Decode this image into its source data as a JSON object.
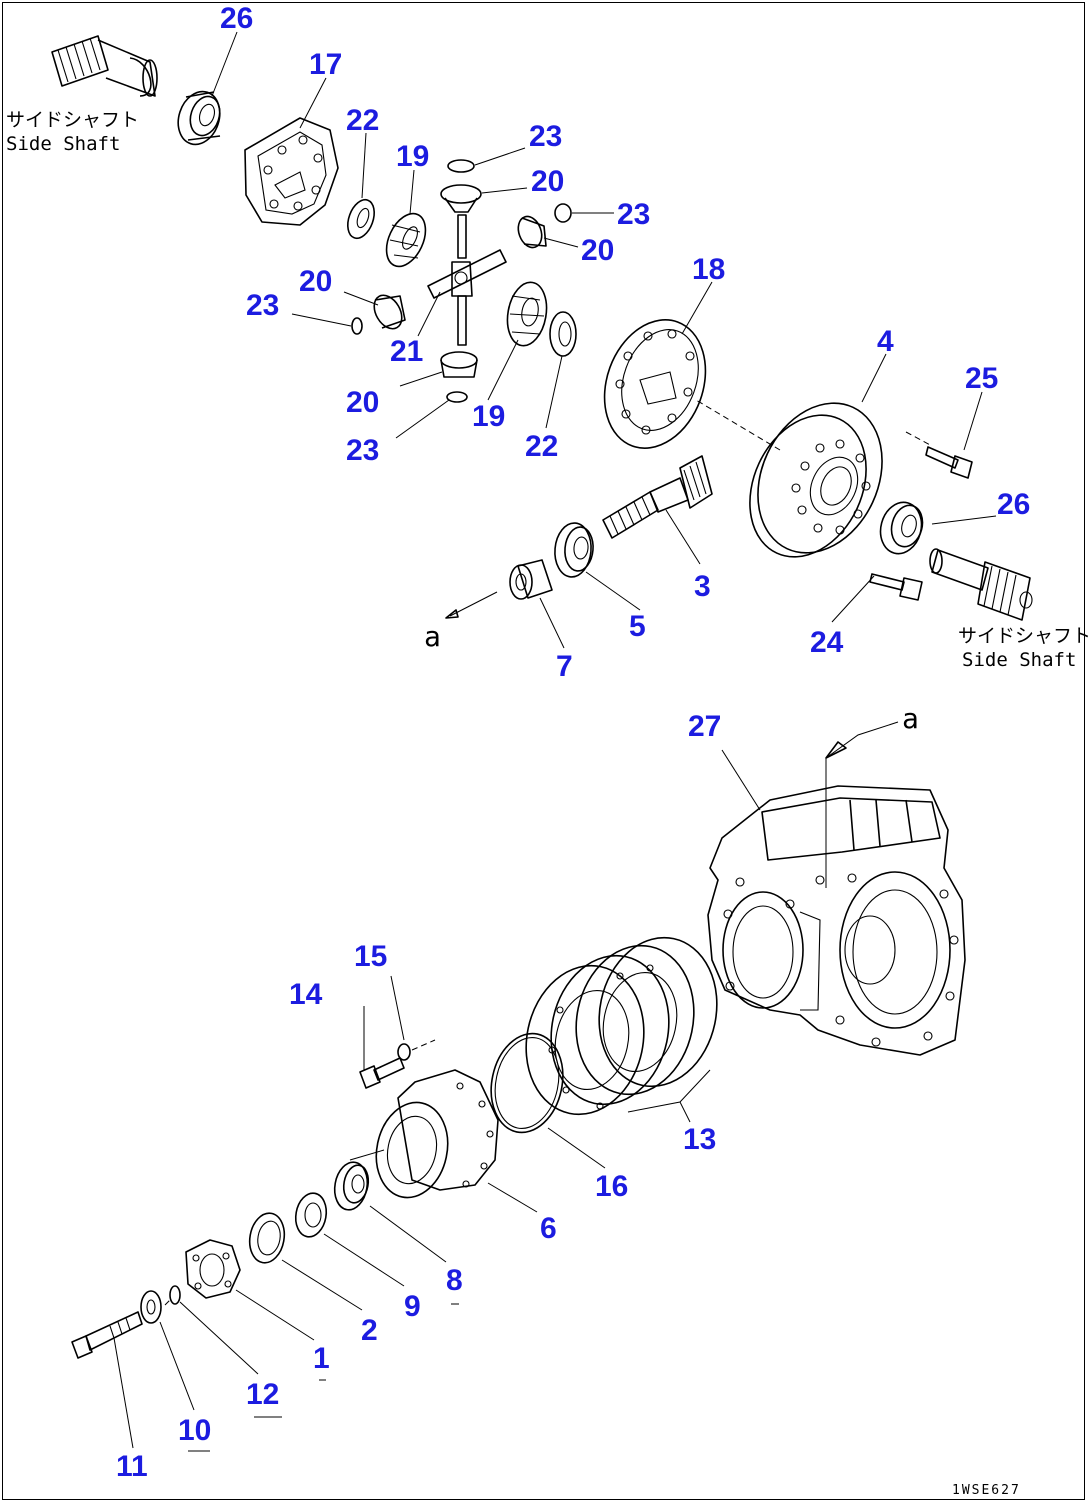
{
  "diagram": {
    "callouts": [
      {
        "id": "c26a",
        "text": "26"
      },
      {
        "id": "c17",
        "text": "17"
      },
      {
        "id": "c22a",
        "text": "22"
      },
      {
        "id": "c19a",
        "text": "19"
      },
      {
        "id": "c23a",
        "text": "23"
      },
      {
        "id": "c20a",
        "text": "20"
      },
      {
        "id": "c23b",
        "text": "23"
      },
      {
        "id": "c20b",
        "text": "20"
      },
      {
        "id": "c20c",
        "text": "20"
      },
      {
        "id": "c23c",
        "text": "23"
      },
      {
        "id": "c21",
        "text": "21"
      },
      {
        "id": "c20d",
        "text": "20"
      },
      {
        "id": "c23d",
        "text": "23"
      },
      {
        "id": "c19b",
        "text": "19"
      },
      {
        "id": "c22b",
        "text": "22"
      },
      {
        "id": "c18",
        "text": "18"
      },
      {
        "id": "c4",
        "text": "4"
      },
      {
        "id": "c25",
        "text": "25"
      },
      {
        "id": "c26b",
        "text": "26"
      },
      {
        "id": "c3",
        "text": "3"
      },
      {
        "id": "c5",
        "text": "5"
      },
      {
        "id": "c7",
        "text": "7"
      },
      {
        "id": "c24",
        "text": "24"
      },
      {
        "id": "c27",
        "text": "27"
      },
      {
        "id": "c15",
        "text": "15"
      },
      {
        "id": "c14",
        "text": "14"
      },
      {
        "id": "c13",
        "text": "13"
      },
      {
        "id": "c16",
        "text": "16"
      },
      {
        "id": "c6",
        "text": "6"
      },
      {
        "id": "c8",
        "text": "8"
      },
      {
        "id": "c9",
        "text": "9"
      },
      {
        "id": "c2",
        "text": "2"
      },
      {
        "id": "c1",
        "text": "1"
      },
      {
        "id": "c12",
        "text": "12"
      },
      {
        "id": "c10",
        "text": "10"
      },
      {
        "id": "c11",
        "text": "11"
      }
    ],
    "captions": {
      "side_shaft_left_jp": "サイドシャフト",
      "side_shaft_left_en": "Side Shaft",
      "side_shaft_right_jp": "サイドシャフト",
      "side_shaft_right_en": "Side Shaft"
    },
    "reference_marks": {
      "ref_a_upper": "a",
      "ref_a_lower": "a"
    },
    "drawing_code": "1WSE627",
    "colors": {
      "callout": "#1c1ce0",
      "line": "#000000",
      "background": "#ffffff"
    }
  }
}
